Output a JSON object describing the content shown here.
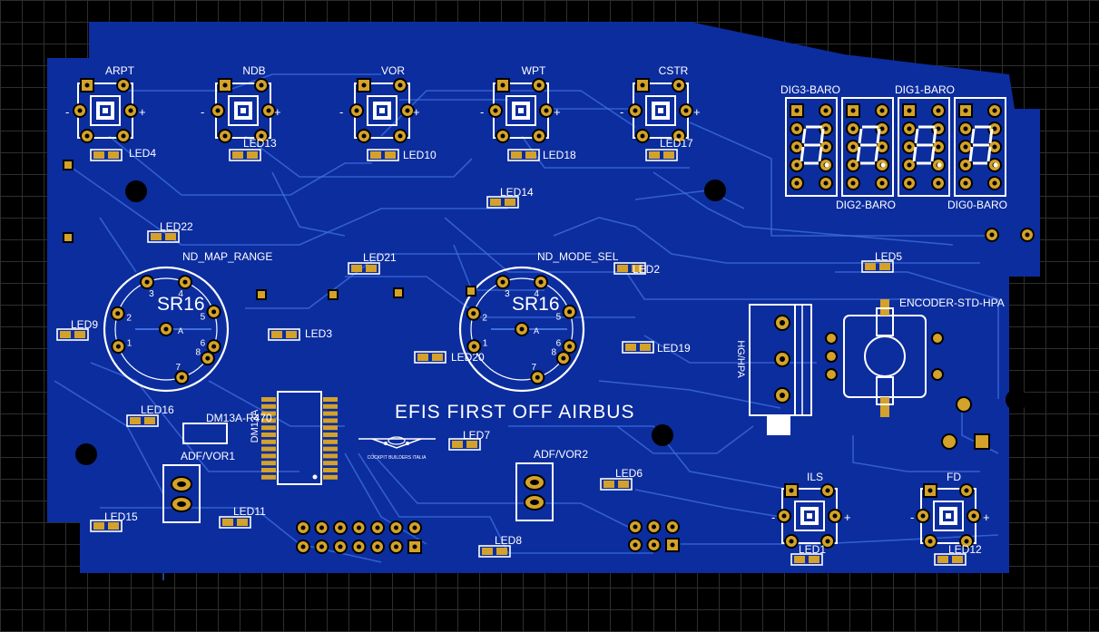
{
  "colors": {
    "board": "#0c2d9e",
    "silkscreen": "#ffffff",
    "pad": "#d4a22a",
    "trace": "#3d70e0",
    "background": "#000000"
  },
  "board": {
    "title": "EFIS FIRST OFF AIRBUS",
    "logo_text": "COCKPIT BUILDERS ITALIA"
  },
  "switches": {
    "arpt": "ARPT",
    "ndb": "NDB",
    "vor": "VOR",
    "wpt": "WPT",
    "cstr": "CSTR",
    "ils": "ILS",
    "fd": "FD"
  },
  "leds": {
    "led1": "LED1",
    "led2": "LED2",
    "led3": "LED3",
    "led4": "LED4",
    "led5": "LED5",
    "led6": "LED6",
    "led7": "LED7",
    "led8": "LED8",
    "led9": "LED9",
    "led10": "LED10",
    "led11": "LED11",
    "led12": "LED12",
    "led13": "LED13",
    "led14": "LED14",
    "led15": "LED15",
    "led16": "LED16",
    "led17": "LED17",
    "led18": "LED18",
    "led19": "LED19",
    "led20": "LED20",
    "led21": "LED21",
    "led22": "LED22"
  },
  "rotary": {
    "left_name": "ND_MAP_RANGE",
    "right_name": "ND_MODE_SEL",
    "part": "SR16",
    "pin_a": "A",
    "pins": [
      "1",
      "2",
      "3",
      "4",
      "5",
      "6",
      "7",
      "8"
    ]
  },
  "displays": {
    "dig3": "DIG3-BARO",
    "dig1": "DIG1-BARO",
    "dig2": "DIG2-BARO",
    "dig0": "DIG0-BARO"
  },
  "encoder": "ENCODER-STD-HPA",
  "toggle": "HG/HPA",
  "ic": {
    "name": "DM13A",
    "resistor": "DM13A-R470"
  },
  "adf": {
    "left": "ADF/VOR1",
    "right": "ADF/VOR2"
  },
  "polarity": {
    "minus": "-",
    "plus": "+"
  }
}
